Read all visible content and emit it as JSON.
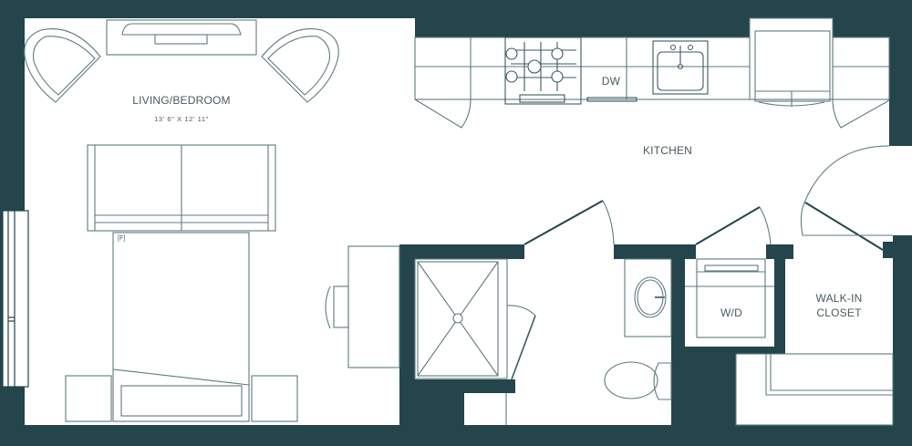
{
  "plan": {
    "wall_color": "#23454b",
    "line_color": "#5f7a7e",
    "background": "#ffffff"
  },
  "rooms": {
    "living": {
      "label": "LIVING/BEDROOM",
      "dimensions": "13' 6\" X 12' 11\""
    },
    "kitchen": {
      "label": "KITCHEN"
    },
    "closet": {
      "label_line1": "WALK-IN",
      "label_line2": "CLOSET"
    }
  },
  "fixtures": {
    "dishwasher": "DW",
    "washer_dryer": "W/D",
    "bed_marker": "[F]"
  }
}
